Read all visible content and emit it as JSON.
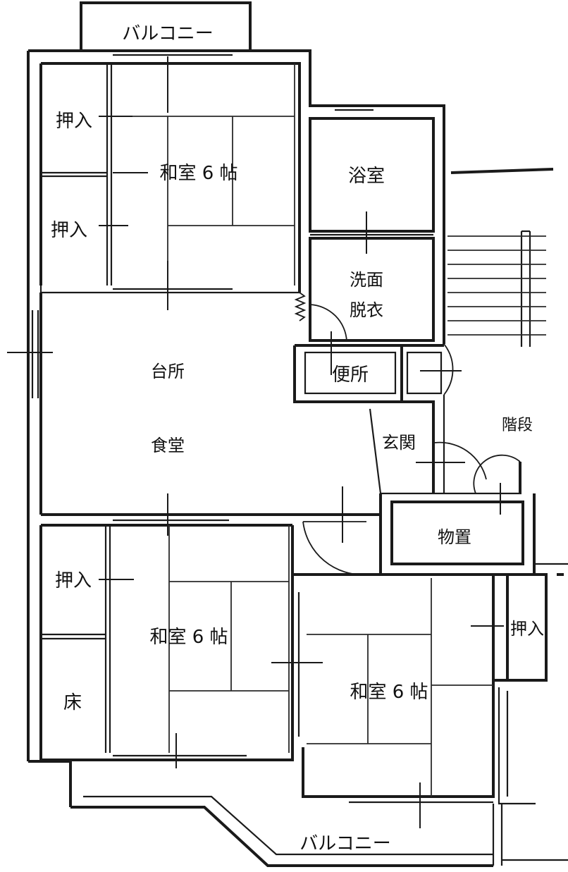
{
  "colors": {
    "line": "#1a1a1a",
    "background": "#ffffff"
  },
  "rooms": {
    "balcony_top": "バルコニー",
    "oshiire_1": "押入",
    "oshiire_2": "押入",
    "washitsu_1": "和室 6 帖",
    "bath": "浴室",
    "washroom_line1": "洗面",
    "washroom_line2": "脱衣",
    "kitchen_line1": "台所",
    "kitchen_line2": "食堂",
    "toilet": "便所",
    "entrance": "玄関",
    "stairs": "階段",
    "storage": "物置",
    "oshiire_3": "押入",
    "toko": "床",
    "washitsu_2": "和室 6 帖",
    "washitsu_3": "和室 6 帖",
    "oshiire_4": "押入",
    "balcony_bottom": "バルコニー"
  }
}
